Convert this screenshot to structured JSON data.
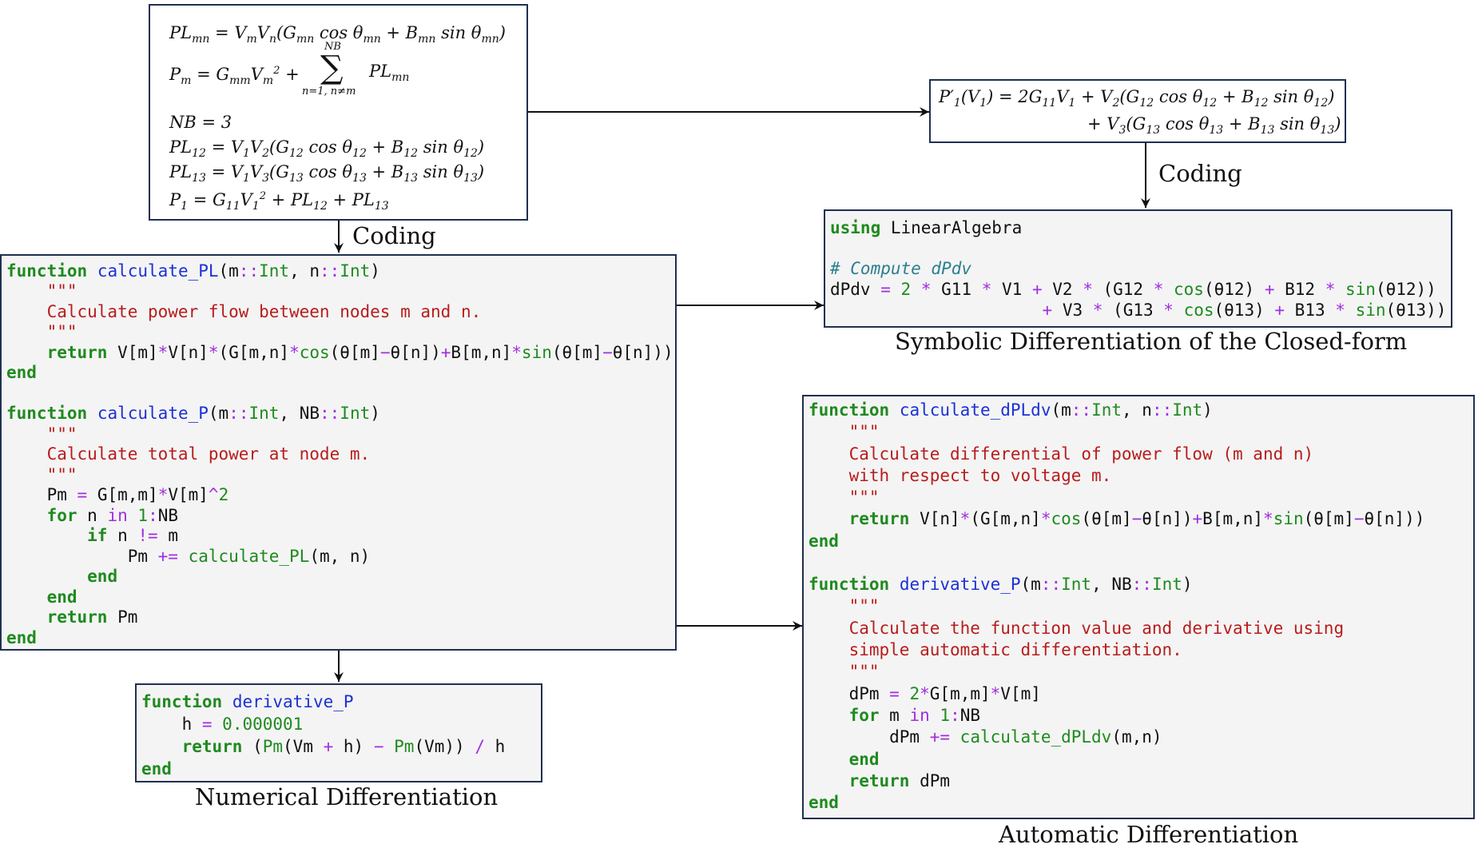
{
  "captions": {
    "coding_left": "Coding",
    "coding_right": "Coding",
    "symbolic": "Symbolic Differentiation of the Closed-form",
    "numerical": "Numerical Differentiation",
    "automatic": "Automatic Differentiation"
  },
  "math_main": [
    "PLmn = VmVn(Gmn cos θmn + Bmn sin θmn)",
    "Pm = GmmVm² + Σ PLmn",
    "NB = 3",
    "PL12 = V1V2(G12 cos θ12 + B12 sin θ12)",
    "PL13 = V1V3(G13 cos θ13 + B13 sin θ13)",
    "P1 = G11V1² + PL12 + PL13"
  ],
  "math_sum_upper": "NB",
  "math_sum_lower": "n=1, n≠m",
  "math_deriv": [
    "P′1(V1) = 2G11V1 + V2(G12 cos θ12 + B12 sin θ12)",
    "+ V3(G13 cos θ13 + B13 sin θ13)"
  ],
  "code_left": [
    "function calculate_PL(m::Int, n::Int)",
    "    \"\"\"",
    "    Calculate power flow between nodes m and n.",
    "    \"\"\"",
    "    return V[m]*V[n]*(G[m,n]*cos(θ[m]−θ[n])+B[m,n]*sin(θ[m]−θ[n]))",
    "end",
    "",
    "function calculate_P(m::Int, NB::Int)",
    "    \"\"\"",
    "    Calculate total power at node m.",
    "    \"\"\"",
    "    Pm = G[m,m]*V[m]^2",
    "    for n in 1:NB",
    "        if n != m",
    "            Pm += calculate_PL(m, n)",
    "        end",
    "    end",
    "    return Pm",
    "end"
  ],
  "code_symbolic": [
    "using LinearAlgebra",
    "",
    "# Compute dPdv",
    "dPdv = 2 * G11 * V1 + V2 * (G12 * cos(θ12) + B12 * sin(θ12))",
    "                     + V3 * (G13 * cos(θ13) + B13 * sin(θ13))"
  ],
  "code_numerical": [
    "function derivative_P",
    "    h = 0.000001",
    "    return (Pm(Vm + h) − Pm(Vm)) / h",
    "end"
  ],
  "code_automatic": [
    "function calculate_dPLdv(m::Int, n::Int)",
    "    \"\"\"",
    "    Calculate differential of power flow (m and n)",
    "    with respect to voltage m.",
    "    \"\"\"",
    "    return V[n]*(G[m,n]*cos(θ[m]−θ[n])+B[m,n]*sin(θ[m]−θ[n]))",
    "end",
    "",
    "function derivative_P(m::Int, NB::Int)",
    "    \"\"\"",
    "    Calculate the function value and derivative using",
    "    simple automatic differentiation.",
    "    \"\"\"",
    "    dPm = 2*G[m,m]*V[m]",
    "    for m in 1:NB",
    "        dPm += calculate_dPLdv(m,n)",
    "    end",
    "    return dPm",
    "end"
  ],
  "colors": {
    "keyword": "#1f8a1f",
    "function_name": "#1a31d6",
    "operator": "#a12ee0",
    "string": "#b81c1c",
    "comment": "#2b7f8f",
    "border": "#1f3050",
    "code_bg": "#f4f4f4"
  }
}
